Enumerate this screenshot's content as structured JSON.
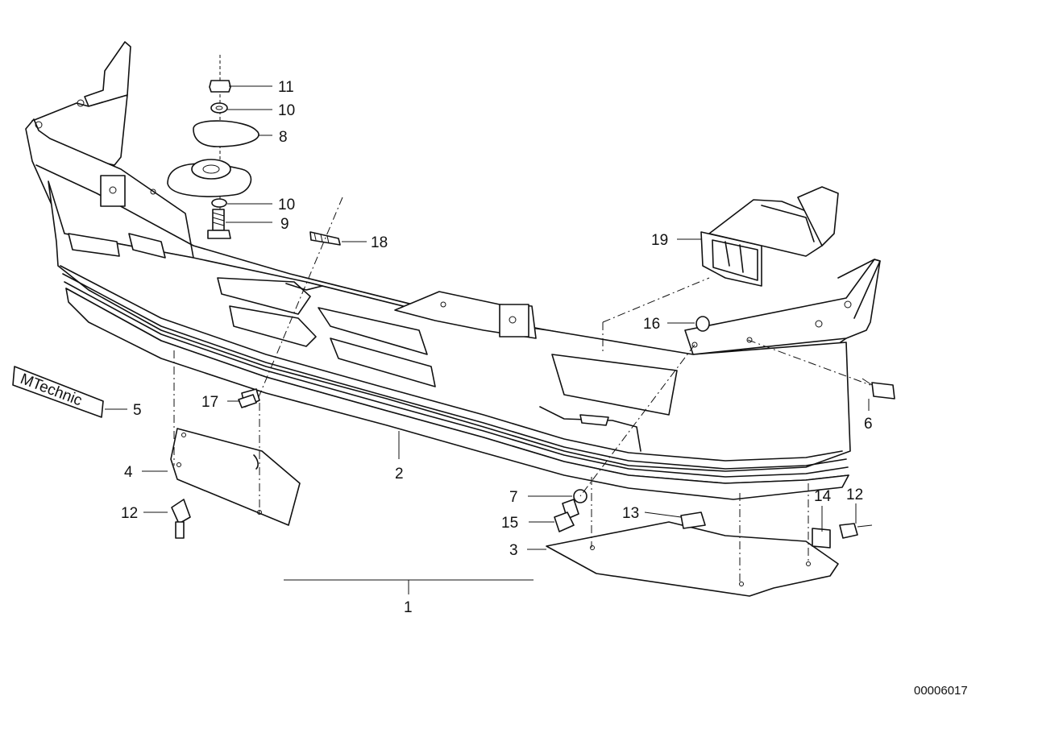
{
  "diagram": {
    "badge_text": "MTechnic",
    "doc_id": "00006017",
    "callouts": [
      {
        "id": "c1",
        "label": "1"
      },
      {
        "id": "c2",
        "label": "2"
      },
      {
        "id": "c3",
        "label": "3"
      },
      {
        "id": "c4",
        "label": "4"
      },
      {
        "id": "c5",
        "label": "5"
      },
      {
        "id": "c6",
        "label": "6"
      },
      {
        "id": "c7",
        "label": "7"
      },
      {
        "id": "c8",
        "label": "8"
      },
      {
        "id": "c9",
        "label": "9"
      },
      {
        "id": "c10a",
        "label": "10"
      },
      {
        "id": "c10b",
        "label": "10"
      },
      {
        "id": "c11",
        "label": "11"
      },
      {
        "id": "c12a",
        "label": "12"
      },
      {
        "id": "c12b",
        "label": "12"
      },
      {
        "id": "c13",
        "label": "13"
      },
      {
        "id": "c14",
        "label": "14"
      },
      {
        "id": "c15",
        "label": "15"
      },
      {
        "id": "c16",
        "label": "16"
      },
      {
        "id": "c17",
        "label": "17"
      },
      {
        "id": "c18",
        "label": "18"
      },
      {
        "id": "c19",
        "label": "19"
      }
    ]
  }
}
